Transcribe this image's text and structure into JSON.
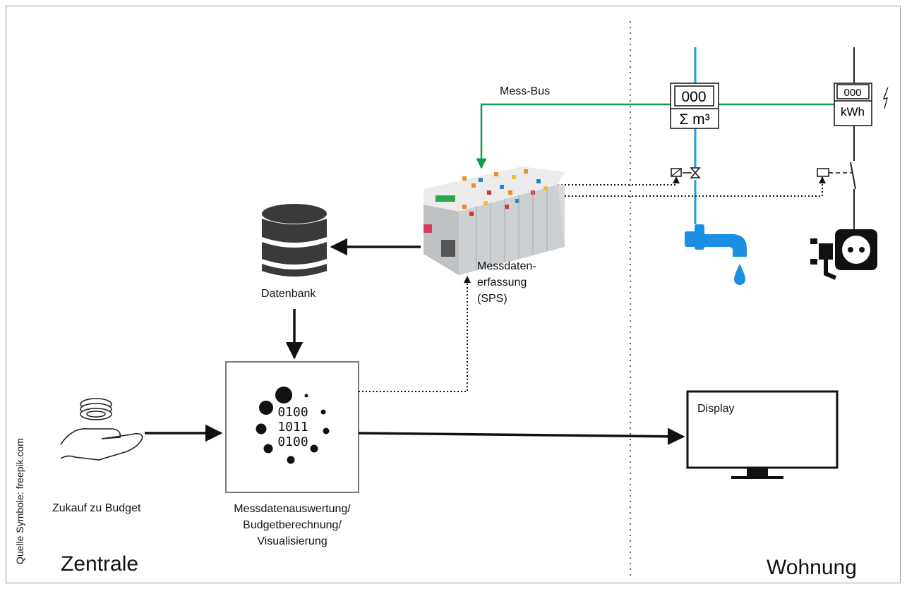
{
  "labels": {
    "mess_bus": "Mess-Bus",
    "sps_line1": "Messdaten-",
    "sps_line2": "erfassung",
    "sps_line3": "(SPS)",
    "datenbank": "Datenbank",
    "zukauf": "Zukauf zu Budget",
    "auswertung_line1": "Messdatenauswertung/",
    "auswertung_line2": "Budgetberechnung/",
    "auswertung_line3": "Visualisierung",
    "display": "Display",
    "zentrale": "Zentrale",
    "wohnung": "Wohnung",
    "source": "Quelle Symbole: freepik.com"
  },
  "water_meter": {
    "counter": "000",
    "unit": "Σ m³"
  },
  "power_meter": {
    "counter": "000",
    "unit": "kWh"
  },
  "binary": {
    "row1": "0100",
    "row2": "1011",
    "row3": "0100"
  },
  "icons": {
    "database": "database-icon",
    "sps": "plc-controller-icon",
    "faucet": "water-faucet-icon",
    "socket": "power-socket-plug-icon",
    "hand": "hand-with-coins-icon",
    "processing": "data-processing-icon",
    "monitor": "display-monitor-icon",
    "valve": "valve-icon",
    "switch": "switch-icon",
    "lightning": "lightning-icon"
  },
  "colors": {
    "bus": "#0f9a55",
    "water": "#1f9ee8",
    "faucet": "#1b8fe3",
    "arrow": "#111111",
    "frame": "#9a9a9a"
  }
}
